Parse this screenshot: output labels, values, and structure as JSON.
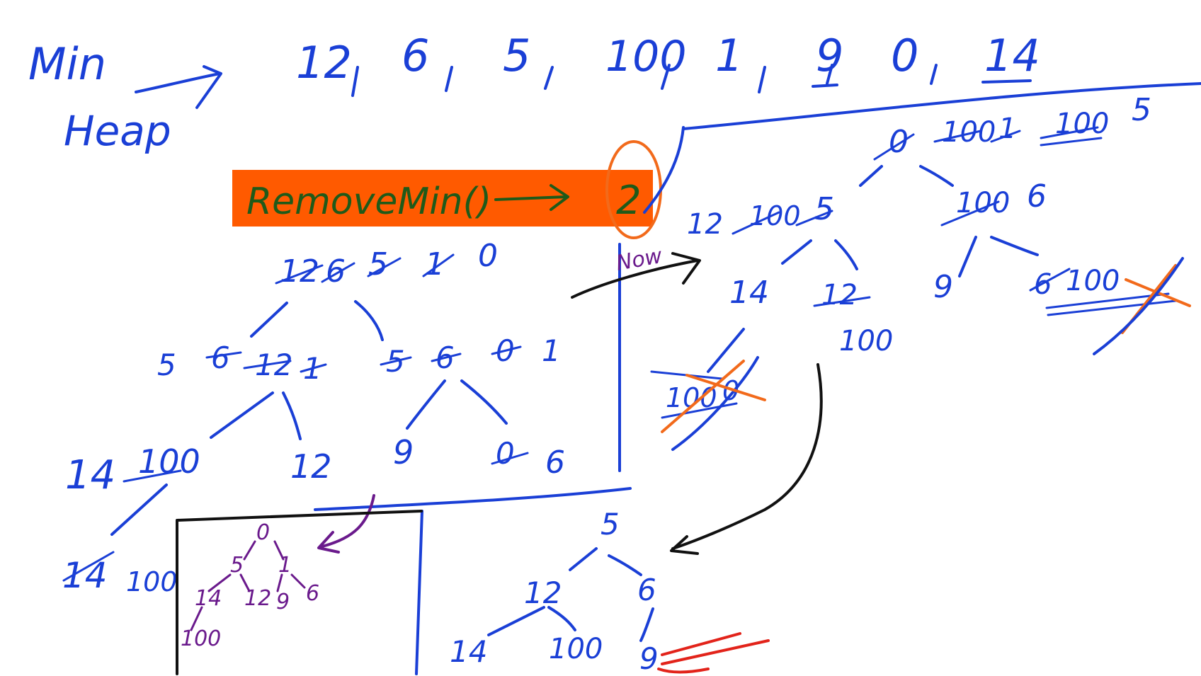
{
  "header": {
    "title_line1": "Min",
    "title_line2": "Heap",
    "sequence": [
      "12",
      "6",
      "5",
      "100",
      "1",
      "9",
      "0",
      "14"
    ]
  },
  "banner": {
    "label": "RemoveMin()",
    "result": "2"
  },
  "annotations": {
    "now_label": "Now"
  },
  "left_tree": {
    "root_history": [
      "12",
      "6",
      "5",
      "1",
      "0"
    ],
    "left_child_history": [
      "5",
      "6",
      "12",
      "1"
    ],
    "right_child_history": [
      "5",
      "6",
      "0",
      "1"
    ],
    "leaves": {
      "ll": [
        "14",
        "100"
      ],
      "lr": "12",
      "rl": "9",
      "rr": [
        "0",
        "6"
      ]
    },
    "extra": [
      "14",
      "100"
    ]
  },
  "inset_tree": {
    "root": "0",
    "left": "5",
    "right": "1",
    "ll": "14",
    "lr": "12",
    "rl": "9",
    "rr": "6",
    "lll": "100"
  },
  "right_tree": {
    "root_history": [
      "0",
      "100",
      "1",
      "100",
      "5"
    ],
    "left_child_history": [
      "12",
      "100",
      "5"
    ],
    "right_child_history": [
      "100",
      "6"
    ],
    "ll": "14",
    "lr_history": [
      "12",
      "100"
    ],
    "rl": "9",
    "rr_history": [
      "6",
      "100"
    ],
    "lll_history": [
      "100",
      "0"
    ]
  },
  "result_tree": {
    "root": "5",
    "left": "12",
    "right": "6",
    "ll": "14",
    "lr": "100",
    "rl": "9"
  }
}
